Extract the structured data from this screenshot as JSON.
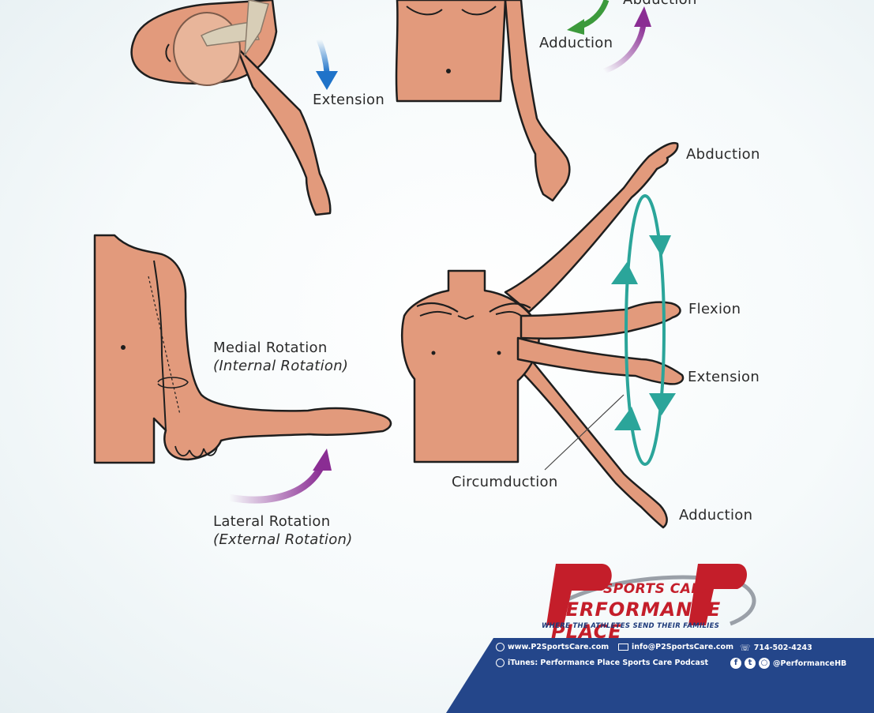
{
  "labels": {
    "abduction_top": "Abduction",
    "adduction_top": "Adduction",
    "extension_top": "Extension",
    "abduction": "Abduction",
    "flexion": "Flexion",
    "extension": "Extension",
    "circumduction": "Circumduction",
    "adduction": "Adduction",
    "medial_rotation": "Medial Rotation",
    "internal_rotation": "(Internal Rotation)",
    "lateral_rotation": "Lateral Rotation",
    "external_rotation": "(External Rotation)"
  },
  "logo": {
    "line1": "SPORTS CARE",
    "line2": "PERFORMANCE PLACE",
    "tagline": "WHERE THE ATHLETES SEND THEIR FAMILIES"
  },
  "footer": {
    "website": "www.P2SportsCare.com",
    "email": "info@P2SportsCare.com",
    "phone": "714-502-4243",
    "podcast": "iTunes: Performance Place Sports Care Podcast",
    "social": "@PerformanceHB",
    "social_icons": [
      "facebook-icon",
      "twitter-icon",
      "instagram-icon"
    ]
  },
  "colors": {
    "skin": "#e29a7c",
    "outline": "#1e1e1e",
    "teal": "#2ba59a",
    "purple": "#8a2d93",
    "blue": "#1f73c9",
    "green": "#3c9a3c",
    "brand_red": "#c41e2a",
    "brand_navy": "#24468a"
  }
}
